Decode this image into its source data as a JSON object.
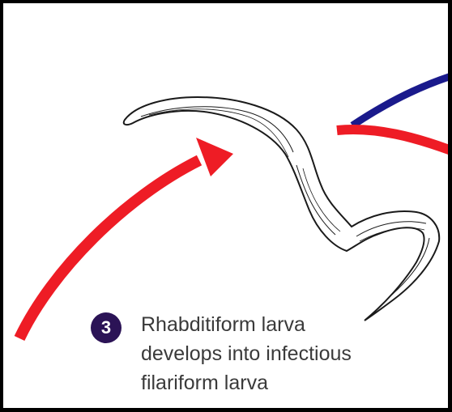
{
  "step": {
    "number": "3",
    "badge_color": "#2b1356"
  },
  "caption": {
    "lines": [
      "Rhabditiform larva",
      "develops into infectious",
      "filariform larva"
    ]
  },
  "colors": {
    "arrow_red": "#ee1c25",
    "arc_blue": "#1a1a8c",
    "larva_outline": "#1a1a1a",
    "text": "#3a3a3a",
    "frame": "#000000"
  },
  "icons": {
    "larva": "filariform-larva-illustration",
    "arrow": "red-curved-arrow"
  }
}
